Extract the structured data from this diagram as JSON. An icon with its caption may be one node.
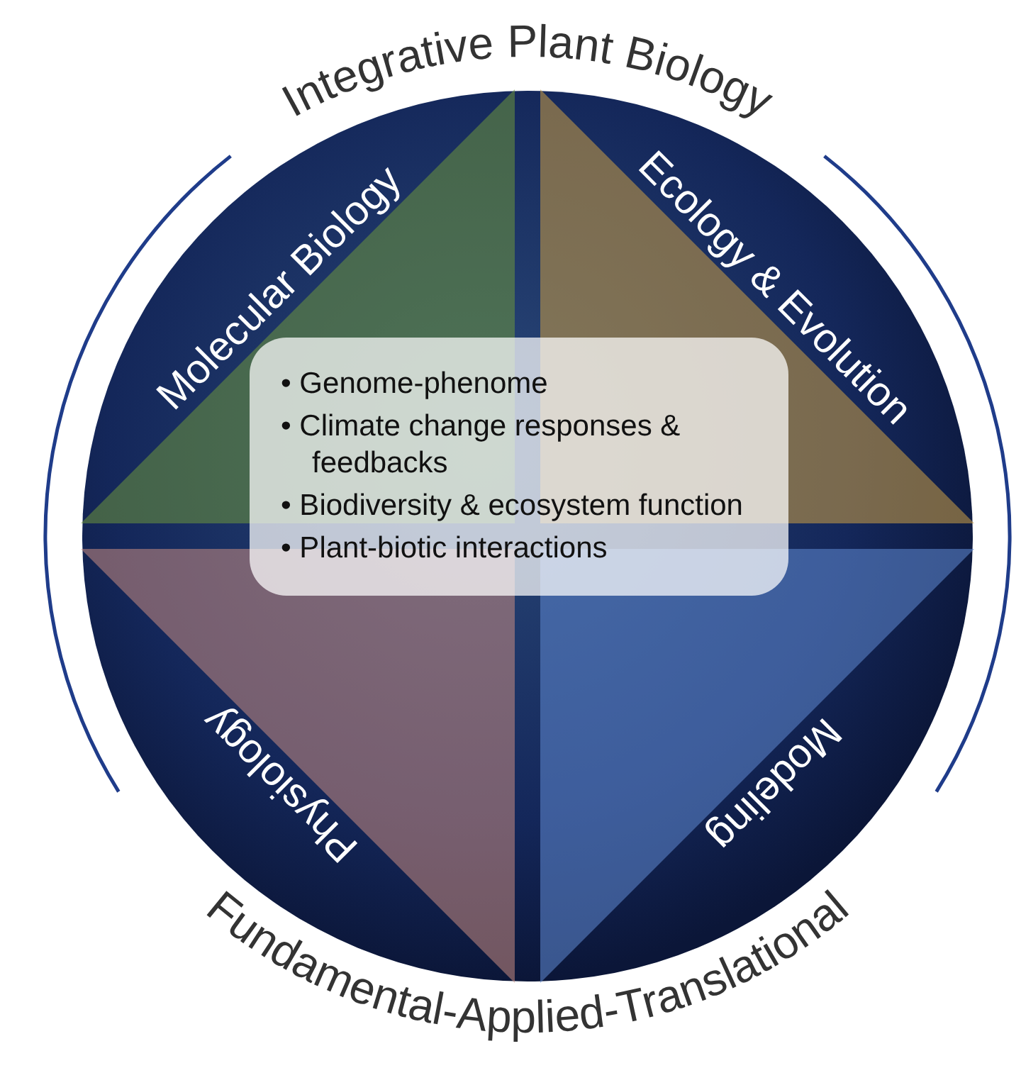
{
  "diagram": {
    "title": "Integrative Plant Biology",
    "caption": "Fundamental-Applied-Translational",
    "nodes": [
      {
        "text": [
          "Molecular Biology"
        ]
      },
      {
        "text": [
          "Ecology & Evolution"
        ]
      },
      {
        "text": [
          "Physiology"
        ]
      },
      {
        "text": [
          "Modeling"
        ]
      },
      {
        "text": [
          "• Genome-phenome",
          "• Climate change responses & feedbacks",
          "• Biodiversity & ecosystem function",
          "• Plant-biotic interactions"
        ]
      }
    ]
  }
}
